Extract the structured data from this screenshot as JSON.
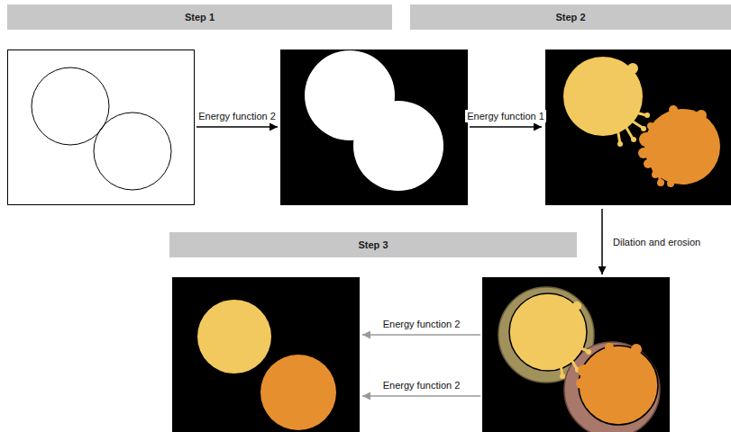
{
  "diagram": {
    "nodes": [
      {
        "text": [
          "Step 1"
        ]
      },
      {
        "text": [
          "Step 2"
        ]
      },
      {
        "text": []
      },
      {
        "text": []
      },
      {
        "text": []
      },
      {
        "text": [
          "Step 3"
        ]
      },
      {
        "text": []
      },
      {
        "text": []
      }
    ],
    "edges": [
      {
        "from": 2,
        "to": 3,
        "arrow": "to",
        "label": "Energy function 2"
      },
      {
        "from": 3,
        "to": 4,
        "arrow": "to",
        "label": "Energy function 1"
      },
      {
        "from": 4,
        "to": 7,
        "arrow": "to",
        "label": "Dilation and erosion"
      },
      {
        "from": 7,
        "to": 6,
        "arrow": "to",
        "label": "Energy function 2"
      },
      {
        "from": 7,
        "to": 6,
        "arrow": "to",
        "label": "Energy function 2"
      }
    ]
  }
}
